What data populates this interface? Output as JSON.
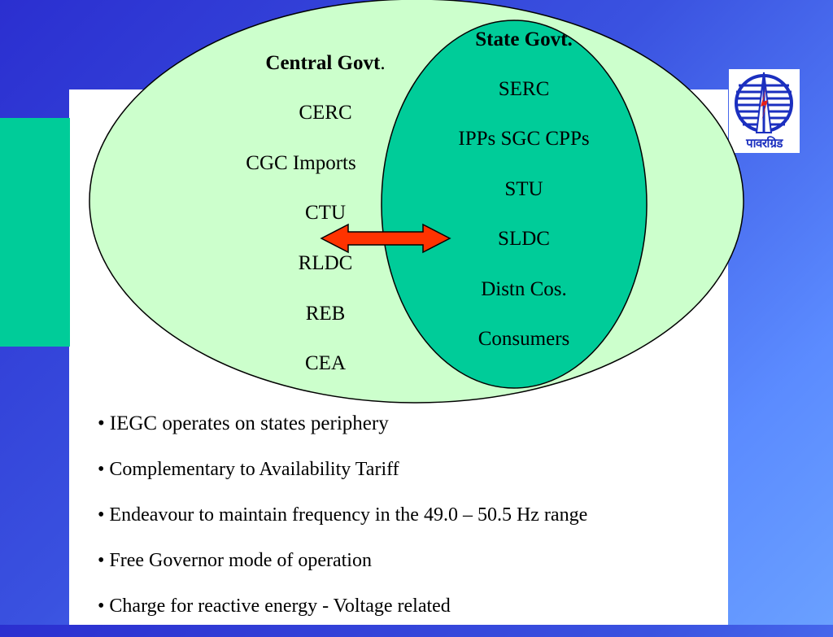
{
  "central": {
    "title": "Central Govt",
    "title_suffix": ".",
    "items": [
      "CERC",
      "CGC  Imports",
      "CTU",
      "RLDC",
      "REB",
      "CEA"
    ]
  },
  "state": {
    "title": "State Govt.",
    "items": [
      "SERC",
      "IPPs  SGC  CPPs",
      "STU",
      "SLDC",
      "Distn Cos.",
      "Consumers"
    ]
  },
  "bullets": [
    "IEGC operates on states periphery",
    "Complementary to Availability Tariff",
    "Endeavour to maintain frequency in the 49.0 – 50.5 Hz range",
    "Free Governor mode of operation",
    "Charge for reactive energy - Voltage related"
  ],
  "logo": {
    "text": "पावरग्रिड"
  },
  "colors": {
    "outer_ellipse": "#ccffcc",
    "inner_ellipse": "#00cc99",
    "arrow": "#ff3300",
    "accent_bar": "#00cc99"
  }
}
